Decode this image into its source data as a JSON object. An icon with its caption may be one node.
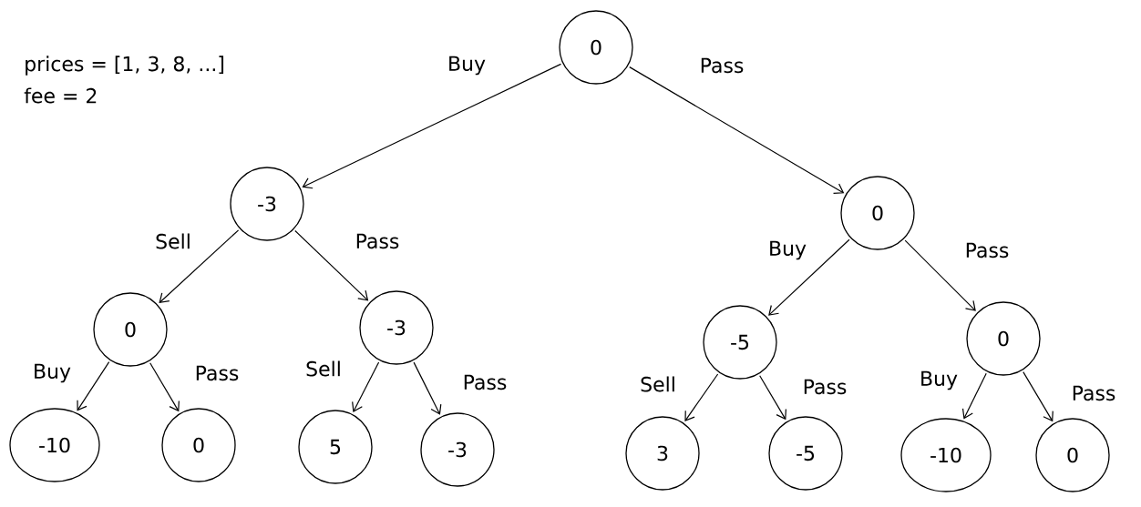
{
  "diagram": {
    "nodes": [
      {
        "text": [
          "0"
        ]
      },
      {
        "text": [
          "-3"
        ]
      },
      {
        "text": [
          "0"
        ]
      },
      {
        "text": [
          "0"
        ]
      },
      {
        "text": [
          "-3"
        ]
      },
      {
        "text": [
          "-5"
        ]
      },
      {
        "text": [
          "0"
        ]
      },
      {
        "text": [
          "-10"
        ]
      },
      {
        "text": [
          "0"
        ]
      },
      {
        "text": [
          "5"
        ]
      },
      {
        "text": [
          "-3"
        ]
      },
      {
        "text": [
          "3"
        ]
      },
      {
        "text": [
          "-5"
        ]
      },
      {
        "text": [
          "-10"
        ]
      },
      {
        "text": [
          "0"
        ]
      }
    ],
    "edges": [
      {
        "from": 0,
        "to": 1,
        "arrow": "to",
        "label": "Buy"
      },
      {
        "from": 0,
        "to": 2,
        "arrow": "to",
        "label": "Pass"
      },
      {
        "from": 1,
        "to": 3,
        "arrow": "to",
        "label": "Sell"
      },
      {
        "from": 1,
        "to": 4,
        "arrow": "to",
        "label": "Pass"
      },
      {
        "from": 2,
        "to": 5,
        "arrow": "to",
        "label": "Buy"
      },
      {
        "from": 2,
        "to": 6,
        "arrow": "to",
        "label": "Pass"
      },
      {
        "from": 3,
        "to": 7,
        "arrow": "to",
        "label": "Buy"
      },
      {
        "from": 3,
        "to": 8,
        "arrow": "to",
        "label": "Pass"
      },
      {
        "from": 4,
        "to": 9,
        "arrow": "to",
        "label": "Sell"
      },
      {
        "from": 4,
        "to": 10,
        "arrow": "to",
        "label": "Pass"
      },
      {
        "from": 5,
        "to": 11,
        "arrow": "to",
        "label": "Sell"
      },
      {
        "from": 5,
        "to": 12,
        "arrow": "to",
        "label": "Pass"
      },
      {
        "from": 6,
        "to": 13,
        "arrow": "to",
        "label": "Buy"
      },
      {
        "from": 6,
        "to": 14,
        "arrow": "to",
        "label": "Pass"
      }
    ],
    "labels": [
      "prices = [1, 3, 8, ...]",
      "fee = 2"
    ]
  }
}
